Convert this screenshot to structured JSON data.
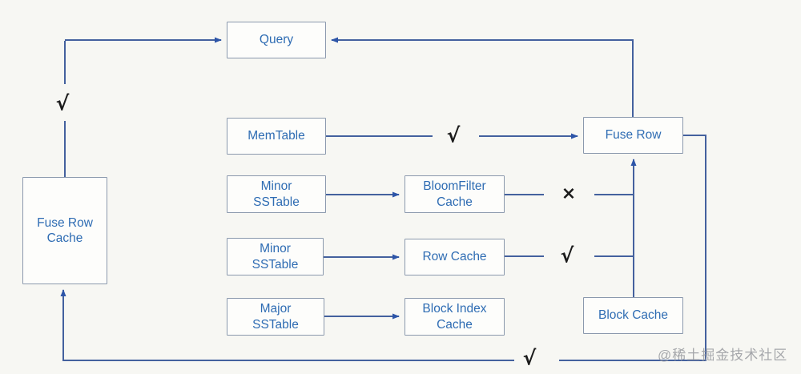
{
  "diagram": {
    "type": "flow-diagram",
    "background": "#f7f7f3",
    "colors": {
      "box_border": "#8b99ad",
      "box_text": "#2e6cb3",
      "line": "#44619e",
      "arrowhead": "#2d55a8",
      "mark": "#1b1b1b",
      "watermark": "#9a9da2"
    },
    "nodes": {
      "query": {
        "label": "Query"
      },
      "fuse_row_cache": {
        "label": "Fuse Row\nCache"
      },
      "memtable": {
        "label": "MemTable"
      },
      "minor_sstable_1": {
        "label": "Minor\nSSTable"
      },
      "bloomfilter_cache": {
        "label": "BloomFilter\nCache"
      },
      "minor_sstable_2": {
        "label": "Minor\nSSTable"
      },
      "row_cache": {
        "label": "Row Cache"
      },
      "major_sstable": {
        "label": "Major\nSSTable"
      },
      "block_index_cache": {
        "label": "Block Index\nCache"
      },
      "fuse_row": {
        "label": "Fuse Row"
      },
      "block_cache": {
        "label": "Block Cache"
      }
    },
    "marks": {
      "left_check": "√",
      "memtable_check": "√",
      "bloomfilter_cross": "×",
      "rowcache_check": "√",
      "bottom_check": "√"
    },
    "edges": [
      {
        "from": "fuse_row_cache",
        "to": "query",
        "mark": "√"
      },
      {
        "from": "fuse_row",
        "to": "query",
        "mark": ""
      },
      {
        "from": "memtable",
        "to": "fuse_row",
        "mark": "√"
      },
      {
        "from": "minor_sstable_1",
        "to": "bloomfilter_cache",
        "mark": ""
      },
      {
        "from": "bloomfilter_cache",
        "to": "fuse_row",
        "mark": "×"
      },
      {
        "from": "minor_sstable_2",
        "to": "row_cache",
        "mark": ""
      },
      {
        "from": "row_cache",
        "to": "fuse_row",
        "mark": "√"
      },
      {
        "from": "major_sstable",
        "to": "block_index_cache",
        "mark": ""
      },
      {
        "from": "block_cache",
        "to": "fuse_row",
        "mark": ""
      },
      {
        "from": "fuse_row",
        "to": "fuse_row_cache",
        "mark": "√"
      }
    ],
    "watermark": "@稀土掘金技术社区"
  }
}
